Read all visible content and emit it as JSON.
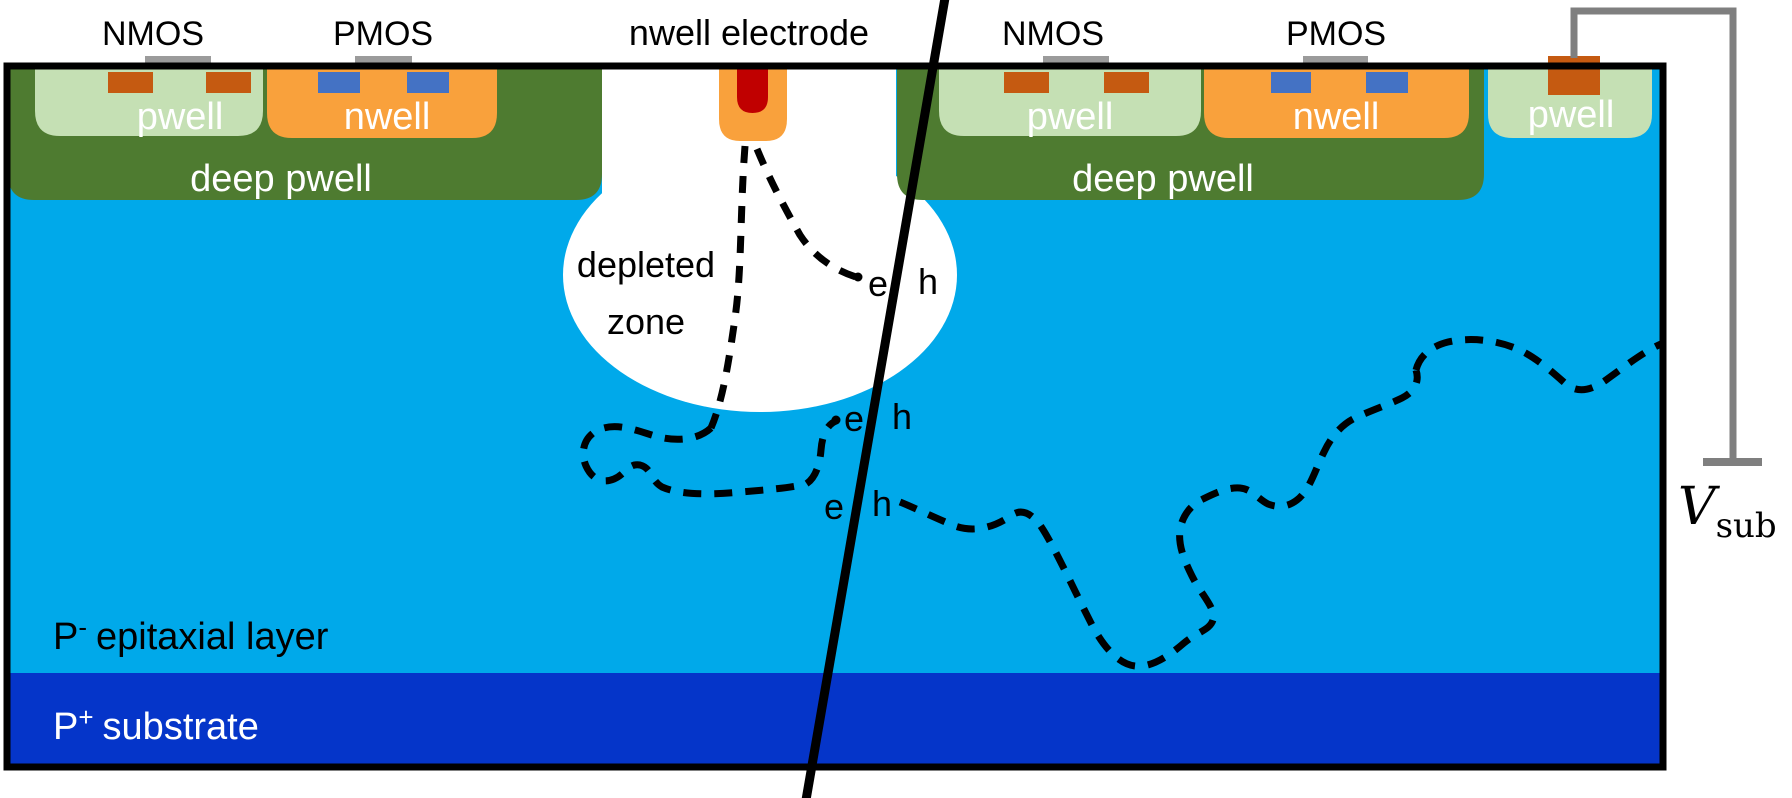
{
  "diagram": {
    "description": "Cross-section of a monolithic CMOS pixel sensor showing charge generation by a traversing particle",
    "top_labels": {
      "nmos": "NMOS",
      "pmos": "PMOS",
      "nwell_electrode": "nwell electrode"
    },
    "regions": {
      "pwell": "pwell",
      "nwell": "nwell",
      "deep_pwell": "deep pwell",
      "depleted_line1": "depleted",
      "depleted_line2": "zone",
      "epitaxial": {
        "base": "P",
        "sup": "-",
        "rest": "epitaxial layer"
      },
      "substrate": {
        "base": "P",
        "sup": "+",
        "rest": "substrate"
      }
    },
    "carriers": {
      "electron": "e",
      "hole": "h"
    },
    "terminal": {
      "symbol": "V",
      "subscript": "sub"
    },
    "colors": {
      "epitaxial_blue": "#00A9EA",
      "substrate_blue": "#0535C9",
      "deep_pwell_green": "#4E7B30",
      "pwell_green": "#C5E0B4",
      "nwell_orange": "#F9A13C",
      "nplus_implant": "#C55A11",
      "pplus_implant": "#4472C4",
      "electrode_red": "#C00000",
      "gate_gray": "#9B9B9B",
      "wire_gray": "#7F7F7F",
      "line_black": "#000000",
      "depleted_white": "#FFFFFF"
    }
  }
}
